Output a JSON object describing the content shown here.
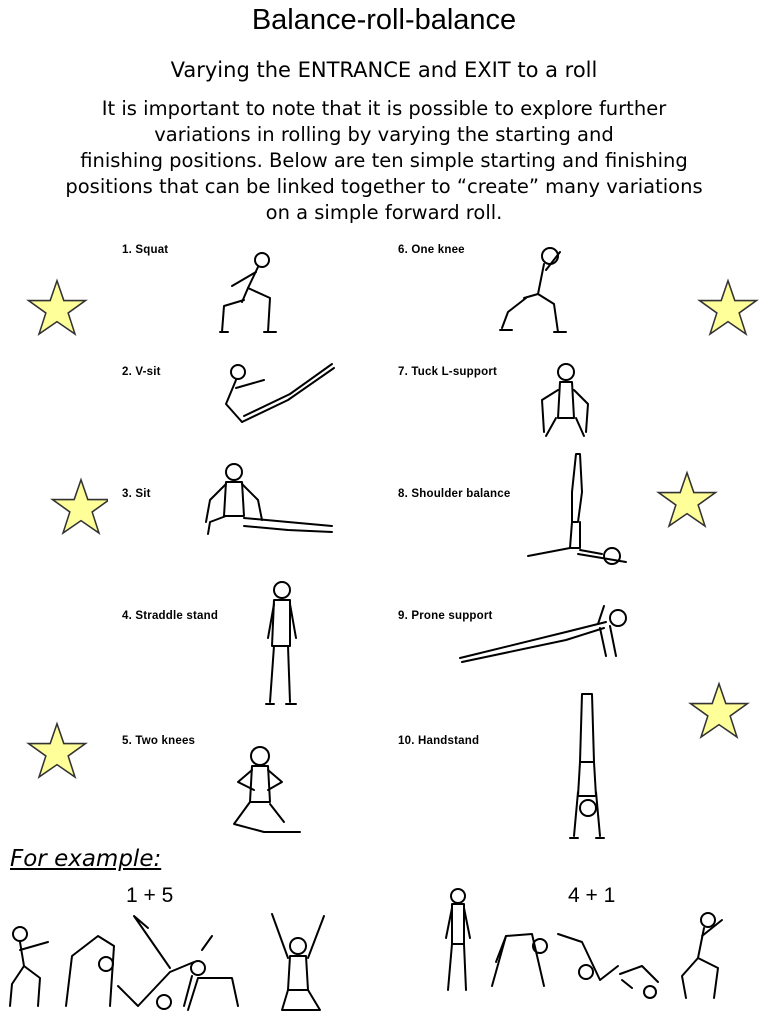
{
  "header": {
    "title": "Balance-roll-balance",
    "subtitle": "Varying the ENTRANCE and EXIT to a roll"
  },
  "intro": {
    "line1": "It is important to note that it is possible to explore further",
    "line2": "variations in rolling by varying the starting and",
    "line3": "finishing positions. Below are ten simple starting and finishing",
    "line4": "positions that can be linked together to “create” many variations",
    "line5": "on a simple forward roll."
  },
  "positions": [
    {
      "label": "1.  Squat"
    },
    {
      "label": "2.  V-sit"
    },
    {
      "label": "3.  Sit"
    },
    {
      "label": "4.  Straddle stand"
    },
    {
      "label": "5.  Two knees"
    },
    {
      "label": "6.  One knee"
    },
    {
      "label": "7.  Tuck L-support"
    },
    {
      "label": "8.  Shoulder balance"
    },
    {
      "label": "9.  Prone support"
    },
    {
      "label": "10.  Handstand"
    }
  ],
  "examples": {
    "heading": "For example:",
    "combo1": "1 + 5",
    "combo2": "4 + 1"
  },
  "colors": {
    "star_fill": "#ffff99",
    "star_stroke": "#333333",
    "line": "#000000"
  },
  "icons": {
    "star": "star-icon",
    "figure": "gymnast-figure-icon"
  }
}
